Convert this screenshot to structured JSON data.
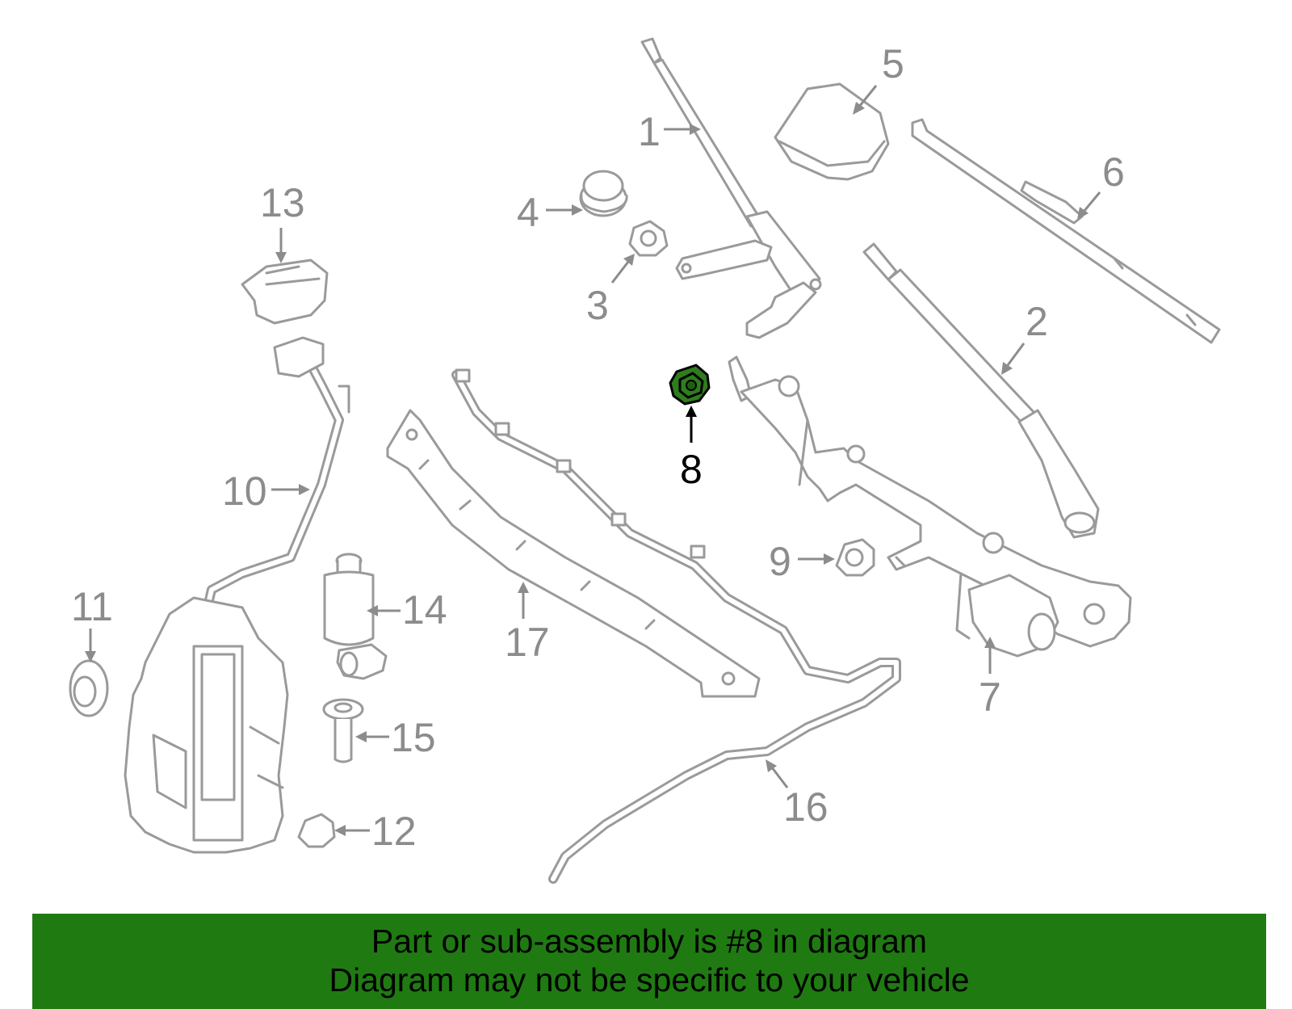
{
  "diagram": {
    "highlight_color": "#2f7d1e",
    "part_color": "#9a9a9a",
    "callouts": [
      {
        "label": "1",
        "highlighted": false
      },
      {
        "label": "2",
        "highlighted": false
      },
      {
        "label": "3",
        "highlighted": false
      },
      {
        "label": "4",
        "highlighted": false
      },
      {
        "label": "5",
        "highlighted": false
      },
      {
        "label": "6",
        "highlighted": false
      },
      {
        "label": "7",
        "highlighted": false
      },
      {
        "label": "8",
        "highlighted": true
      },
      {
        "label": "9",
        "highlighted": false
      },
      {
        "label": "10",
        "highlighted": false
      },
      {
        "label": "11",
        "highlighted": false
      },
      {
        "label": "12",
        "highlighted": false
      },
      {
        "label": "13",
        "highlighted": false
      },
      {
        "label": "14",
        "highlighted": false
      },
      {
        "label": "15",
        "highlighted": false
      },
      {
        "label": "16",
        "highlighted": false
      },
      {
        "label": "17",
        "highlighted": false
      }
    ]
  },
  "banner": {
    "background": "#1f7a12",
    "line1": "Part or sub-assembly is #8 in diagram",
    "line2": "Diagram may not be specific to your vehicle"
  }
}
